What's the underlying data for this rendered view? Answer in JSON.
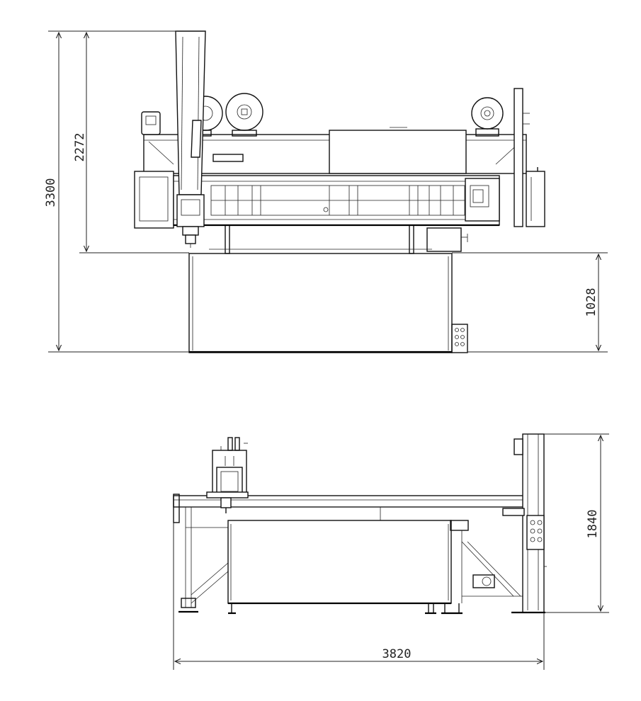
{
  "dimensions": {
    "top_total_height": "3300",
    "top_upper_height": "2272",
    "top_base_height": "1028",
    "side_height": "1840",
    "side_width": "3820"
  },
  "colors": {
    "line": "#111111",
    "background": "#ffffff"
  }
}
